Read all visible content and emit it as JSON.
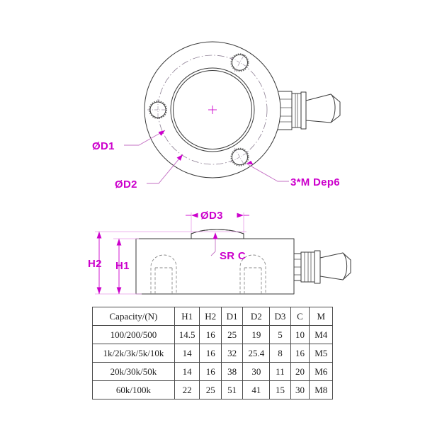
{
  "drawing": {
    "title": "Load cell outline dimensional drawing",
    "colors": {
      "dimension": "#cc00cc",
      "outline": "#3a3a3a",
      "hidden": "#8a8a8a",
      "center": "#8d7f93"
    },
    "top_view": {
      "name": "plan-view",
      "labels": [
        {
          "id": "d1",
          "text": "ØD1"
        },
        {
          "id": "d2",
          "text": "ØD2"
        },
        {
          "id": "holes",
          "text": "3*M Dep6"
        }
      ],
      "features": {
        "center_mark": "+",
        "bolt_hole_count": 3,
        "connector": "cable-connector"
      }
    },
    "side_view": {
      "name": "elevation-view",
      "labels": [
        {
          "id": "h2",
          "text": "H2"
        },
        {
          "id": "h1",
          "text": "H1"
        },
        {
          "id": "d3",
          "text": "ØD3"
        },
        {
          "id": "src",
          "text": "SR C"
        }
      ],
      "features": {
        "tapped_hole_count": 2,
        "connector": "cable-connector",
        "dome": "spherical-top"
      }
    }
  },
  "spec_table": {
    "name": "dimension-table",
    "columns": [
      "Capacity/(N)",
      "H1",
      "H2",
      "D1",
      "D2",
      "D3",
      "C",
      "M"
    ],
    "rows": [
      {
        "capacity": "100/200/500",
        "h1": "14.5",
        "h2": "16",
        "d1": "25",
        "d2": "19",
        "d3": "5",
        "c": "10",
        "m": "M4"
      },
      {
        "capacity": "1k/2k/3k/5k/10k",
        "h1": "14",
        "h2": "16",
        "d1": "32",
        "d2": "25.4",
        "d3": "8",
        "c": "16",
        "m": "M5"
      },
      {
        "capacity": "20k/30k/50k",
        "h1": "14",
        "h2": "16",
        "d1": "38",
        "d2": "30",
        "d3": "11",
        "c": "20",
        "m": "M6"
      },
      {
        "capacity": "60k/100k",
        "h1": "22",
        "h2": "25",
        "d1": "51",
        "d2": "41",
        "d3": "15",
        "c": "30",
        "m": "M8"
      }
    ]
  }
}
